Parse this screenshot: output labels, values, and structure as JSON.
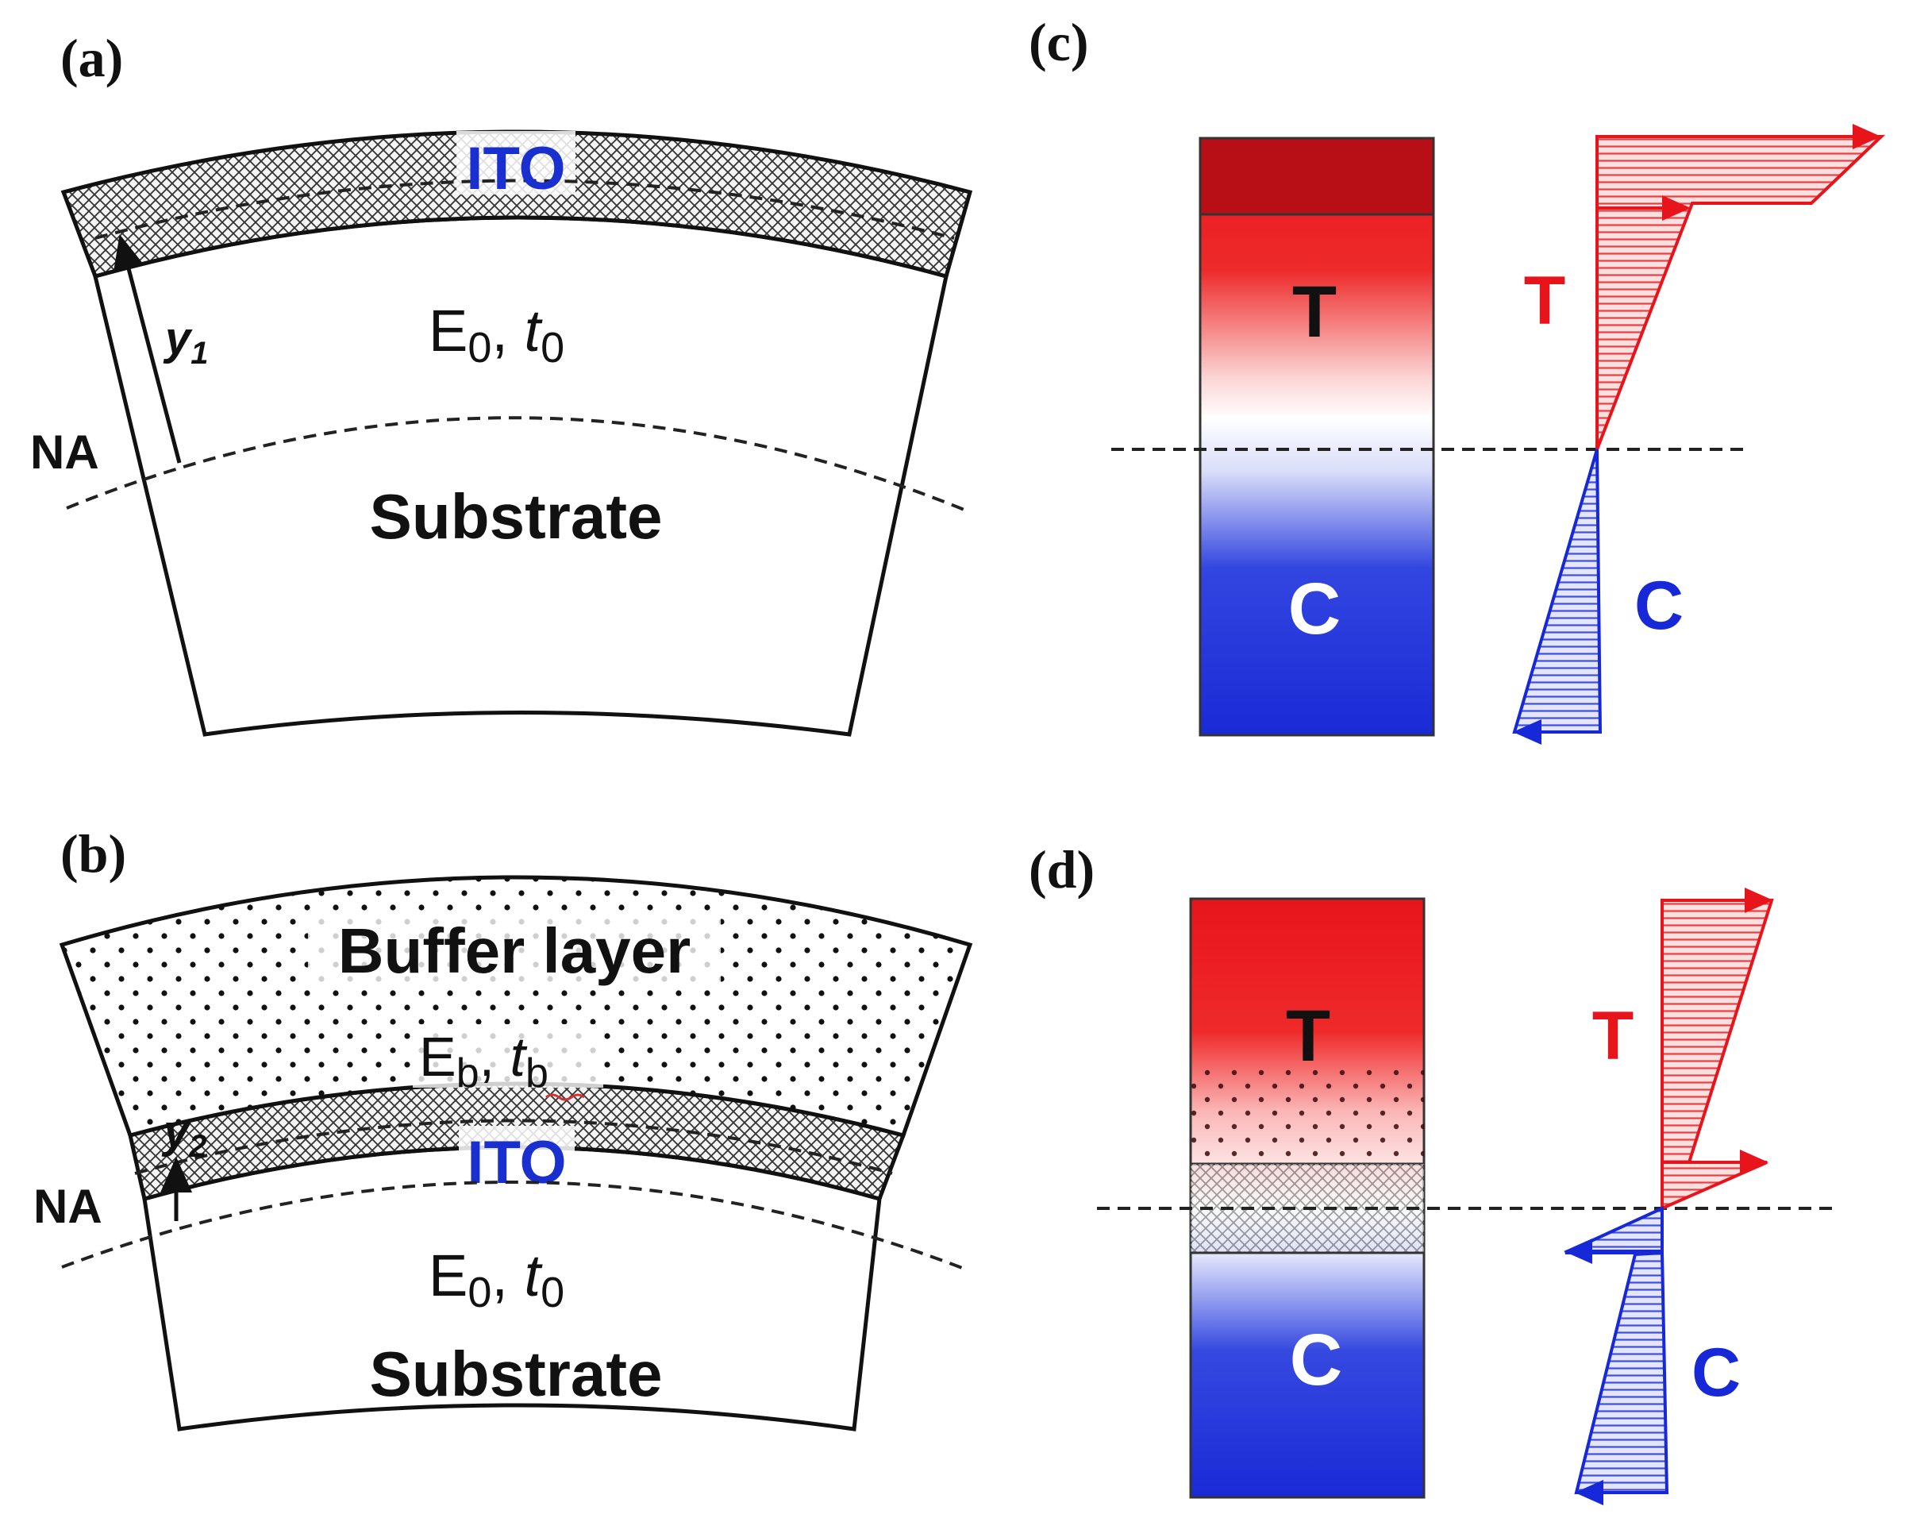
{
  "panels": {
    "a": {
      "label": "(a)",
      "ito": "ITO",
      "y_label": "y",
      "y_sub": "1",
      "mod_E": "E",
      "mod_E_sub": "0",
      "mod_t": "t",
      "mod_t_sub": "0",
      "na": "NA",
      "substrate": "Substrate"
    },
    "b": {
      "label": "(b)",
      "buffer": "Buffer layer",
      "buf_E": "E",
      "buf_E_sub": "b",
      "buf_t": "t",
      "buf_t_sub": "b",
      "y_label": "y",
      "y_sub": "2",
      "ito": "ITO",
      "na": "NA",
      "mod_E": "E",
      "mod_E_sub": "0",
      "mod_t": "t",
      "mod_t_sub": "0",
      "substrate": "Substrate"
    },
    "c": {
      "label": "(c)",
      "tension": "T",
      "compression": "C",
      "tension_side": "T",
      "compression_side": "C"
    },
    "d": {
      "label": "(d)",
      "tension": "T",
      "compression": "C",
      "tension_side": "T",
      "compression_side": "C"
    }
  },
  "colors": {
    "tension": "#e8141c",
    "tension_dark": "#b80f16",
    "compression": "#1628d8",
    "ito_text": "#1a2fd0",
    "outline": "#111111"
  }
}
